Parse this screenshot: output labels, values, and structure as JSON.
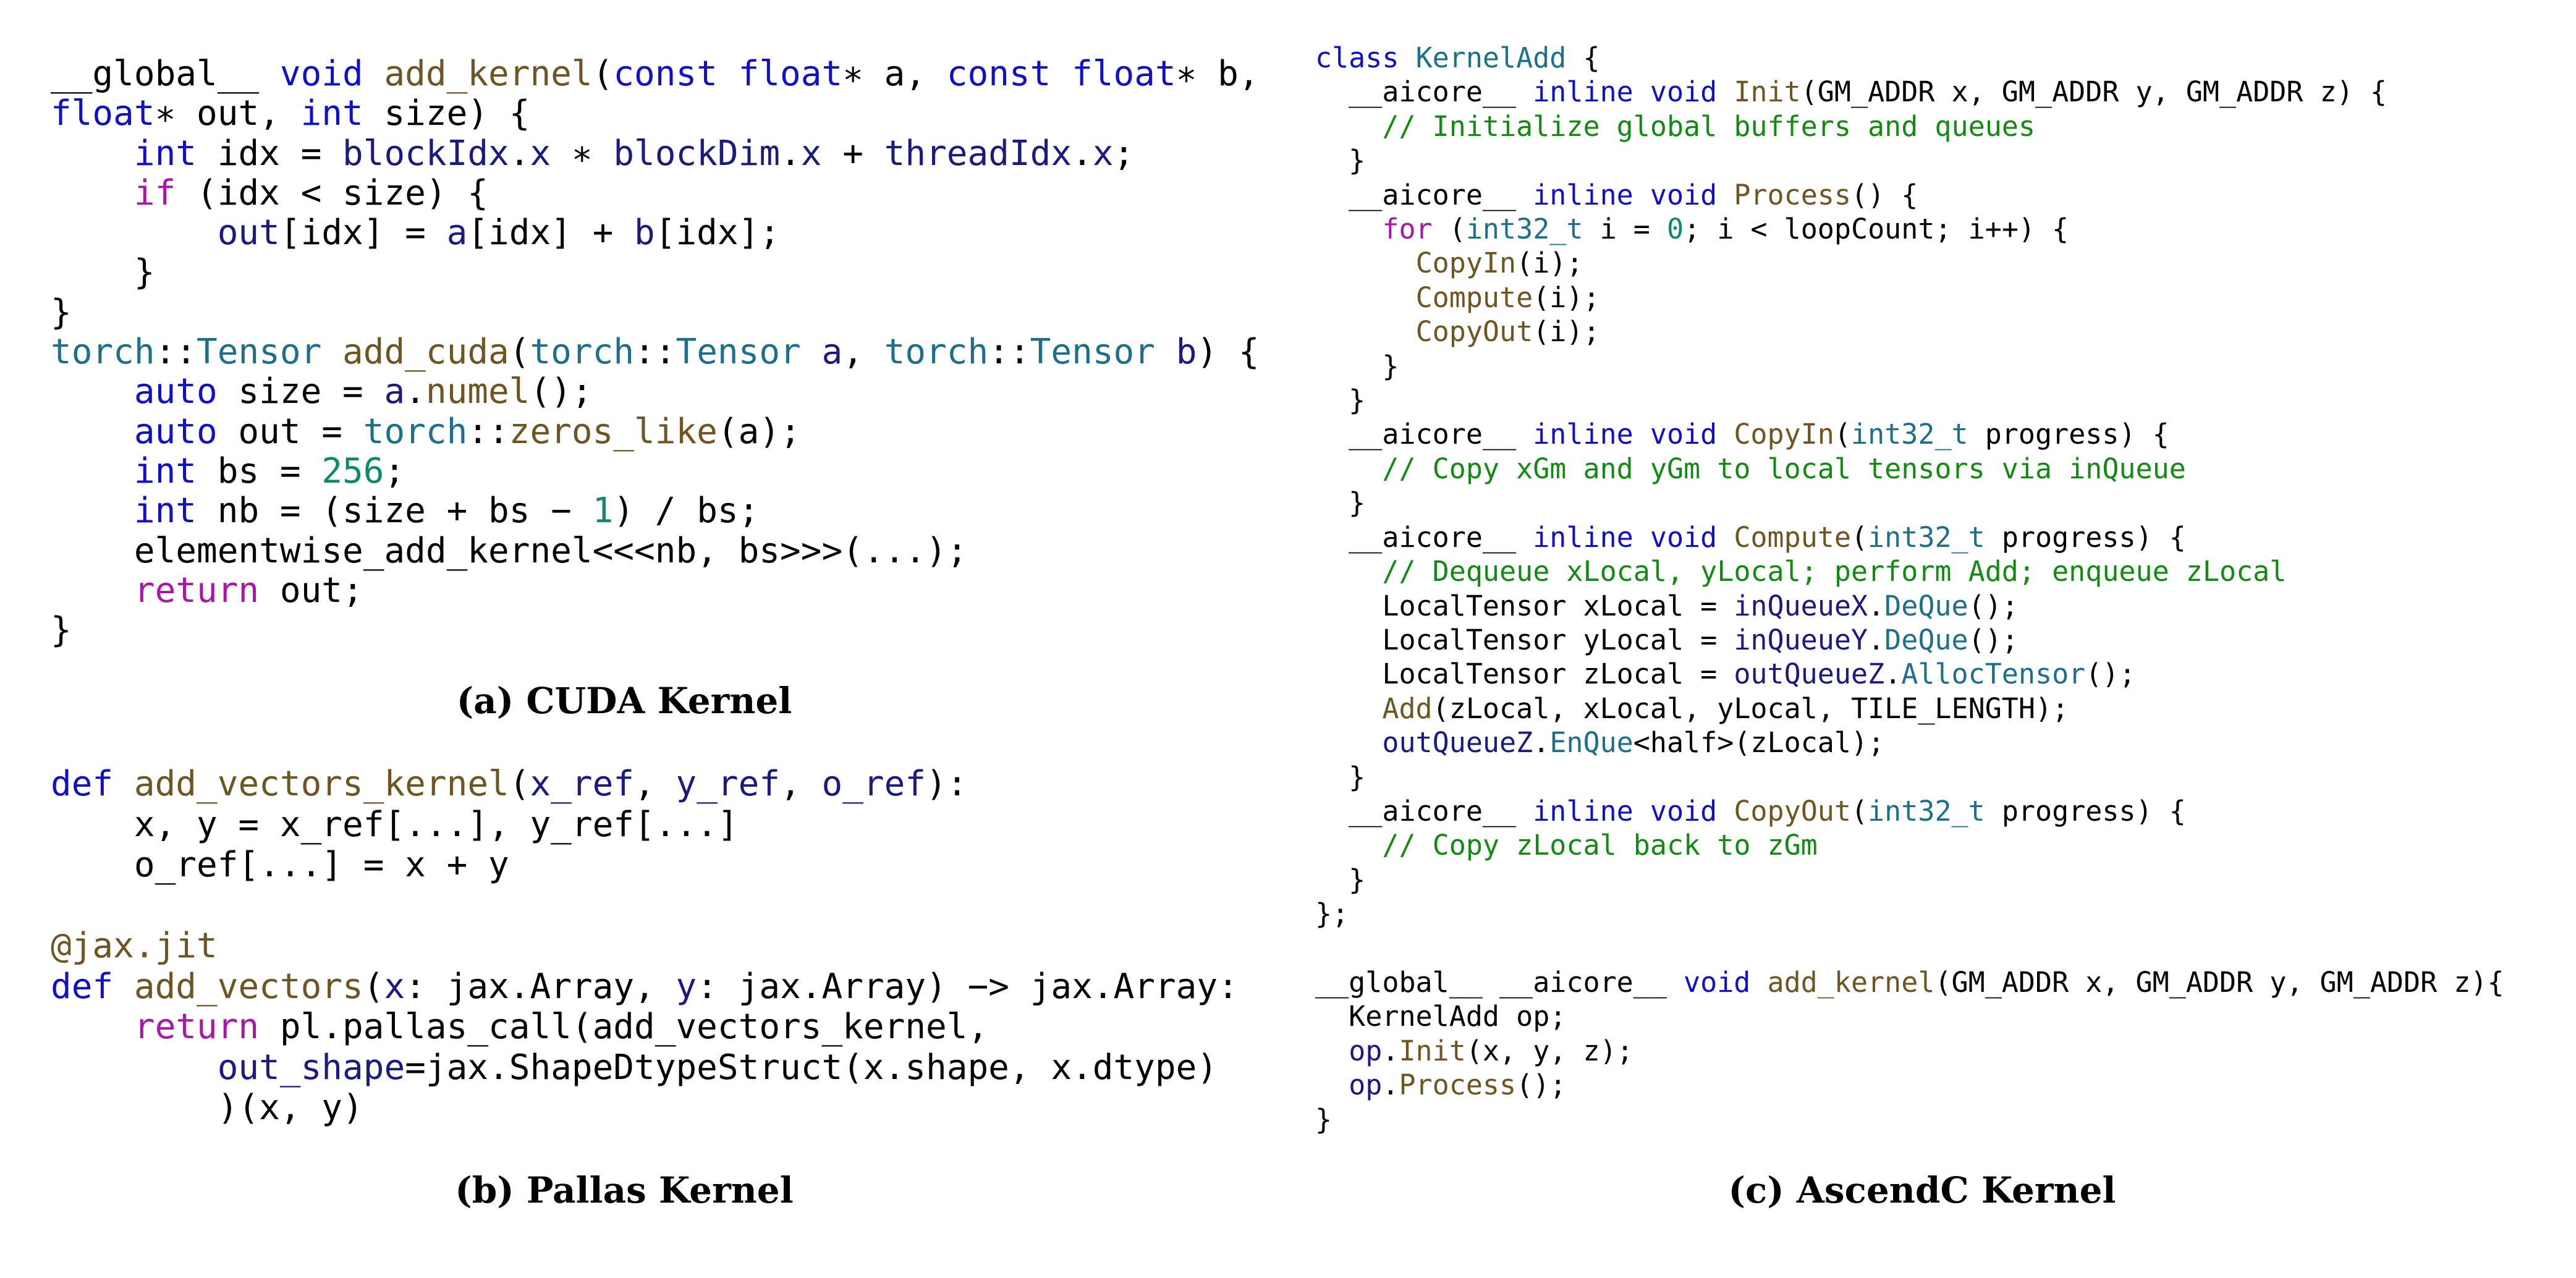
{
  "colors": {
    "keyword": "#1010c8",
    "control": "#a818a8",
    "function": "#6e5522",
    "variable": "#1a1a80",
    "type": "#1d6f8a",
    "number": "#0d8a6a",
    "comment": "#138a13",
    "text": "#000000"
  },
  "captions": {
    "cuda": "(a) CUDA Kernel",
    "pallas": "(b) Pallas Kernel",
    "ascend": "(c) AscendC Kernel"
  },
  "cuda": [
    [
      [
        "__global__ ",
        "p"
      ],
      [
        "void",
        "k"
      ],
      [
        " ",
        "p"
      ],
      [
        "add_kernel",
        "f"
      ],
      [
        "(",
        "p"
      ],
      [
        "const",
        "k"
      ],
      [
        " ",
        "p"
      ],
      [
        "float",
        "k"
      ],
      [
        "∗ a, ",
        "p"
      ],
      [
        "const",
        "k"
      ],
      [
        " ",
        "p"
      ],
      [
        "float",
        "k"
      ],
      [
        "∗ b,",
        "p"
      ]
    ],
    [
      [
        "float",
        "k"
      ],
      [
        "∗ out, ",
        "p"
      ],
      [
        "int",
        "k"
      ],
      [
        " size) {",
        "p"
      ]
    ],
    [
      [
        "    ",
        "p"
      ],
      [
        "int",
        "k"
      ],
      [
        " idx = ",
        "p"
      ],
      [
        "blockIdx",
        "v"
      ],
      [
        ".",
        "p"
      ],
      [
        "x",
        "v"
      ],
      [
        " ∗ ",
        "p"
      ],
      [
        "blockDim",
        "v"
      ],
      [
        ".",
        "p"
      ],
      [
        "x",
        "v"
      ],
      [
        " + ",
        "p"
      ],
      [
        "threadIdx",
        "v"
      ],
      [
        ".",
        "p"
      ],
      [
        "x",
        "v"
      ],
      [
        ";",
        "p"
      ]
    ],
    [
      [
        "    ",
        "p"
      ],
      [
        "if",
        "c"
      ],
      [
        " (idx < size) {",
        "p"
      ]
    ],
    [
      [
        "        ",
        "p"
      ],
      [
        "out",
        "v"
      ],
      [
        "[idx] = ",
        "p"
      ],
      [
        "a",
        "v"
      ],
      [
        "[idx] + ",
        "p"
      ],
      [
        "b",
        "v"
      ],
      [
        "[idx];",
        "p"
      ]
    ],
    [
      [
        "    }",
        "p"
      ]
    ],
    [
      [
        "}",
        "p"
      ]
    ],
    [
      [
        "torch",
        "t"
      ],
      [
        "::",
        "p"
      ],
      [
        "Tensor",
        "t"
      ],
      [
        " ",
        "p"
      ],
      [
        "add_cuda",
        "f"
      ],
      [
        "(",
        "p"
      ],
      [
        "torch",
        "t"
      ],
      [
        "::",
        "p"
      ],
      [
        "Tensor",
        "t"
      ],
      [
        " ",
        "p"
      ],
      [
        "a",
        "v"
      ],
      [
        ", ",
        "p"
      ],
      [
        "torch",
        "t"
      ],
      [
        "::",
        "p"
      ],
      [
        "Tensor",
        "t"
      ],
      [
        " ",
        "p"
      ],
      [
        "b",
        "v"
      ],
      [
        ") {",
        "p"
      ]
    ],
    [
      [
        "    ",
        "p"
      ],
      [
        "auto",
        "k"
      ],
      [
        " size = ",
        "p"
      ],
      [
        "a",
        "v"
      ],
      [
        ".",
        "p"
      ],
      [
        "numel",
        "f"
      ],
      [
        "();",
        "p"
      ]
    ],
    [
      [
        "    ",
        "p"
      ],
      [
        "auto",
        "k"
      ],
      [
        " out = ",
        "p"
      ],
      [
        "torch",
        "t"
      ],
      [
        "::",
        "p"
      ],
      [
        "zeros_like",
        "f"
      ],
      [
        "(a);",
        "p"
      ]
    ],
    [
      [
        "    ",
        "p"
      ],
      [
        "int",
        "k"
      ],
      [
        " bs = ",
        "p"
      ],
      [
        "256",
        "n"
      ],
      [
        ";",
        "p"
      ]
    ],
    [
      [
        "    ",
        "p"
      ],
      [
        "int",
        "k"
      ],
      [
        " nb = (size + bs − ",
        "p"
      ],
      [
        "1",
        "n"
      ],
      [
        ") / bs;",
        "p"
      ]
    ],
    [
      [
        "    elementwise_add_kernel<<<nb, bs>>>(...);",
        "p"
      ]
    ],
    [
      [
        "    ",
        "p"
      ],
      [
        "return",
        "c"
      ],
      [
        " out;",
        "p"
      ]
    ],
    [
      [
        "}",
        "p"
      ]
    ]
  ],
  "pallas": [
    [
      [
        "def",
        "k"
      ],
      [
        " ",
        "p"
      ],
      [
        "add_vectors_kernel",
        "f"
      ],
      [
        "(",
        "p"
      ],
      [
        "x_ref",
        "v"
      ],
      [
        ", ",
        "p"
      ],
      [
        "y_ref",
        "v"
      ],
      [
        ", ",
        "p"
      ],
      [
        "o_ref",
        "v"
      ],
      [
        "):",
        "p"
      ]
    ],
    [
      [
        "    x, y = x_ref[...], y_ref[...]",
        "p"
      ]
    ],
    [
      [
        "    o_ref[...] = x + y",
        "p"
      ]
    ],
    [
      [
        "",
        "p"
      ]
    ],
    [
      [
        "@jax.jit",
        "f"
      ]
    ],
    [
      [
        "def",
        "k"
      ],
      [
        " ",
        "p"
      ],
      [
        "add_vectors",
        "f"
      ],
      [
        "(",
        "p"
      ],
      [
        "x",
        "v"
      ],
      [
        ": jax.Array, ",
        "p"
      ],
      [
        "y",
        "v"
      ],
      [
        ": jax.Array) −> jax.Array:",
        "p"
      ]
    ],
    [
      [
        "    ",
        "p"
      ],
      [
        "return",
        "c"
      ],
      [
        " pl.pallas_call(add_vectors_kernel,",
        "p"
      ]
    ],
    [
      [
        "        ",
        "p"
      ],
      [
        "out_shape",
        "v"
      ],
      [
        "=jax.ShapeDtypeStruct(x.shape, x.dtype)",
        "p"
      ]
    ],
    [
      [
        "        )(x, y)",
        "p"
      ]
    ]
  ],
  "ascend": [
    [
      [
        "class",
        "k"
      ],
      [
        " ",
        "p"
      ],
      [
        "KernelAdd",
        "t"
      ],
      [
        " {",
        "p"
      ]
    ],
    [
      [
        "  __aicore__ ",
        "p"
      ],
      [
        "inline",
        "k"
      ],
      [
        " ",
        "p"
      ],
      [
        "void",
        "k"
      ],
      [
        " ",
        "p"
      ],
      [
        "Init",
        "f"
      ],
      [
        "(GM_ADDR x, GM_ADDR y, GM_ADDR z) {",
        "p"
      ]
    ],
    [
      [
        "    ",
        "p"
      ],
      [
        "// Initialize global buffers and queues",
        "m"
      ]
    ],
    [
      [
        "  }",
        "p"
      ]
    ],
    [
      [
        "  __aicore__ ",
        "p"
      ],
      [
        "inline",
        "k"
      ],
      [
        " ",
        "p"
      ],
      [
        "void",
        "k"
      ],
      [
        " ",
        "p"
      ],
      [
        "Process",
        "f"
      ],
      [
        "() {",
        "p"
      ]
    ],
    [
      [
        "    ",
        "p"
      ],
      [
        "for",
        "c"
      ],
      [
        " (",
        "p"
      ],
      [
        "int32_t",
        "t"
      ],
      [
        " i = ",
        "p"
      ],
      [
        "0",
        "n"
      ],
      [
        "; i < loopCount; i++) {",
        "p"
      ]
    ],
    [
      [
        "      ",
        "p"
      ],
      [
        "CopyIn",
        "f"
      ],
      [
        "(i);",
        "p"
      ]
    ],
    [
      [
        "      ",
        "p"
      ],
      [
        "Compute",
        "f"
      ],
      [
        "(i);",
        "p"
      ]
    ],
    [
      [
        "      ",
        "p"
      ],
      [
        "CopyOut",
        "f"
      ],
      [
        "(i);",
        "p"
      ]
    ],
    [
      [
        "    }",
        "p"
      ]
    ],
    [
      [
        "  }",
        "p"
      ]
    ],
    [
      [
        "  __aicore__ ",
        "p"
      ],
      [
        "inline",
        "k"
      ],
      [
        " ",
        "p"
      ],
      [
        "void",
        "k"
      ],
      [
        " ",
        "p"
      ],
      [
        "CopyIn",
        "f"
      ],
      [
        "(",
        "p"
      ],
      [
        "int32_t",
        "t"
      ],
      [
        " progress) {",
        "p"
      ]
    ],
    [
      [
        "    ",
        "p"
      ],
      [
        "// Copy xGm and yGm to local tensors via inQueue",
        "m"
      ]
    ],
    [
      [
        "  }",
        "p"
      ]
    ],
    [
      [
        "  __aicore__ ",
        "p"
      ],
      [
        "inline",
        "k"
      ],
      [
        " ",
        "p"
      ],
      [
        "void",
        "k"
      ],
      [
        " ",
        "p"
      ],
      [
        "Compute",
        "f"
      ],
      [
        "(",
        "p"
      ],
      [
        "int32_t",
        "t"
      ],
      [
        " progress) {",
        "p"
      ]
    ],
    [
      [
        "    ",
        "p"
      ],
      [
        "// Dequeue xLocal, yLocal; perform Add; enqueue zLocal",
        "m"
      ]
    ],
    [
      [
        "    LocalTensor xLocal = ",
        "p"
      ],
      [
        "inQueueX",
        "v"
      ],
      [
        ".",
        "p"
      ],
      [
        "DeQue",
        "t"
      ],
      [
        "();",
        "p"
      ]
    ],
    [
      [
        "    LocalTensor yLocal = ",
        "p"
      ],
      [
        "inQueueY",
        "v"
      ],
      [
        ".",
        "p"
      ],
      [
        "DeQue",
        "t"
      ],
      [
        "();",
        "p"
      ]
    ],
    [
      [
        "    LocalTensor zLocal = ",
        "p"
      ],
      [
        "outQueueZ",
        "v"
      ],
      [
        ".",
        "p"
      ],
      [
        "AllocTensor",
        "t"
      ],
      [
        "();",
        "p"
      ]
    ],
    [
      [
        "    ",
        "p"
      ],
      [
        "Add",
        "f"
      ],
      [
        "(zLocal, xLocal, yLocal, TILE_LENGTH);",
        "p"
      ]
    ],
    [
      [
        "    ",
        "p"
      ],
      [
        "outQueueZ",
        "v"
      ],
      [
        ".",
        "p"
      ],
      [
        "EnQue",
        "t"
      ],
      [
        "<half>(zLocal);",
        "p"
      ]
    ],
    [
      [
        "  }",
        "p"
      ]
    ],
    [
      [
        "  __aicore__ ",
        "p"
      ],
      [
        "inline",
        "k"
      ],
      [
        " ",
        "p"
      ],
      [
        "void",
        "k"
      ],
      [
        " ",
        "p"
      ],
      [
        "CopyOut",
        "f"
      ],
      [
        "(",
        "p"
      ],
      [
        "int32_t",
        "t"
      ],
      [
        " progress) {",
        "p"
      ]
    ],
    [
      [
        "    ",
        "p"
      ],
      [
        "// Copy zLocal back to zGm",
        "m"
      ]
    ],
    [
      [
        "  }",
        "p"
      ]
    ],
    [
      [
        "};",
        "p"
      ]
    ],
    [
      [
        "",
        "p"
      ]
    ],
    [
      [
        "__global__ __aicore__ ",
        "p"
      ],
      [
        "void",
        "k"
      ],
      [
        " ",
        "p"
      ],
      [
        "add_kernel",
        "f"
      ],
      [
        "(GM_ADDR x, GM_ADDR y, GM_ADDR z){",
        "p"
      ]
    ],
    [
      [
        "  KernelAdd op;",
        "p"
      ]
    ],
    [
      [
        "  ",
        "p"
      ],
      [
        "op",
        "v"
      ],
      [
        ".",
        "p"
      ],
      [
        "Init",
        "f"
      ],
      [
        "(x, y, z);",
        "p"
      ]
    ],
    [
      [
        "  ",
        "p"
      ],
      [
        "op",
        "v"
      ],
      [
        ".",
        "p"
      ],
      [
        "Process",
        "f"
      ],
      [
        "();",
        "p"
      ]
    ],
    [
      [
        "}",
        "p"
      ]
    ]
  ]
}
